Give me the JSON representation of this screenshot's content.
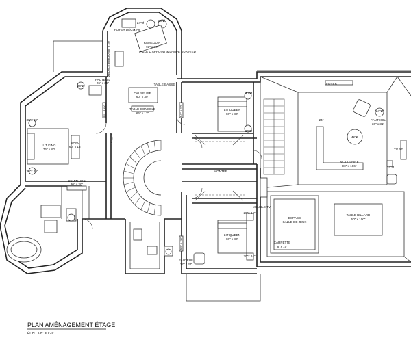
{
  "title": "PLAN AMÉNAGEMENT ÉTAGE",
  "scale": "ÉCH.: 1/8\" = 1'-0\"",
  "labels": {
    "fauteuil_tower": "24\"Ø",
    "fauteuil_tower2": "20\"Ø",
    "foyer_deco": "FOYER DÉCO",
    "dim_1416": "14\"Ø",
    "ravaudeuse_label": "RAMEQUIN",
    "ravaudeuse_size": "72\" x 60\"",
    "table_lampe": "TABLE D'APPOINT & LAMPE SUR PIED",
    "meuble_bibli": "MEUBLE BIBLIO 96\" x 20\"",
    "fauteuil_top": "FAUTEUIL",
    "fauteuil_top_size": "26\" x 28\"",
    "fauteuil_top_dim": "20\"Ø",
    "causeuse": "CAUSEUSE",
    "causeuse_size": "60\" x 30\"",
    "table_basse": "TABLE BASSE",
    "table_console": "TABLE CONSOLE",
    "table_console_size": "66\" x 12\"",
    "dim_54x20_a": "54\" x 20\"",
    "dim_54x20_b": "54\" x 20\"",
    "dim_30x20_a": "30\"x 20\"",
    "dim_30x20_b": "30\"x 20\"",
    "lit_king": "LIT KING",
    "lit_king_size": "76\" x 80\"",
    "banc": "BANC",
    "banc_size": "60\" x 18\"",
    "bedside_top": "20\"Ø",
    "bedside_bot": "20\"Ø",
    "seminaire": "SEMINAIRE",
    "seminaire_size": "30\" x 20\"",
    "lit_queen_top": "LIT QUEEN",
    "lit_queen_top_size": "60\" x 80\"",
    "nightstand_a": "20\"Ø",
    "nightstand_b": "20\"Ø",
    "lit_queen_bot": "LIT QUEEN",
    "lit_queen_bot_size": "60\" x 80\"",
    "nightstand_c": "20\"x 24\"",
    "nightstand_d": "20\"x 24\"",
    "fauteuil_bot": "FAUTEUIL",
    "fauteuil_bot_size": "27\" x 27\"",
    "dim_54x20_c": "54\" x 20\"",
    "foyer": "FOYER",
    "fauteuil_right": "FAUTEUIL",
    "fauteuil_right_size": "36\" x 31\"",
    "fauteuil_right_dim": "24\"Ø",
    "dim_24": "24\"",
    "dim_42": "42\"Ø",
    "modulaire": "MODULAIRE",
    "modulaire_size": "96\" x 106\"",
    "tv": "TV 60\"",
    "dim_24b": "24\"Ø",
    "meuble_tv": "MEUBLE TV",
    "espace": "ESPACE",
    "salle_de_jeux": "SALLE DE JEUX",
    "carpette": "CARPETTE",
    "carpette_size": "8' x 10'",
    "table_billard": "TABLE BILLARD",
    "table_billard_size": "50\" x 100\"",
    "stairs_note": "MONTÉE"
  }
}
